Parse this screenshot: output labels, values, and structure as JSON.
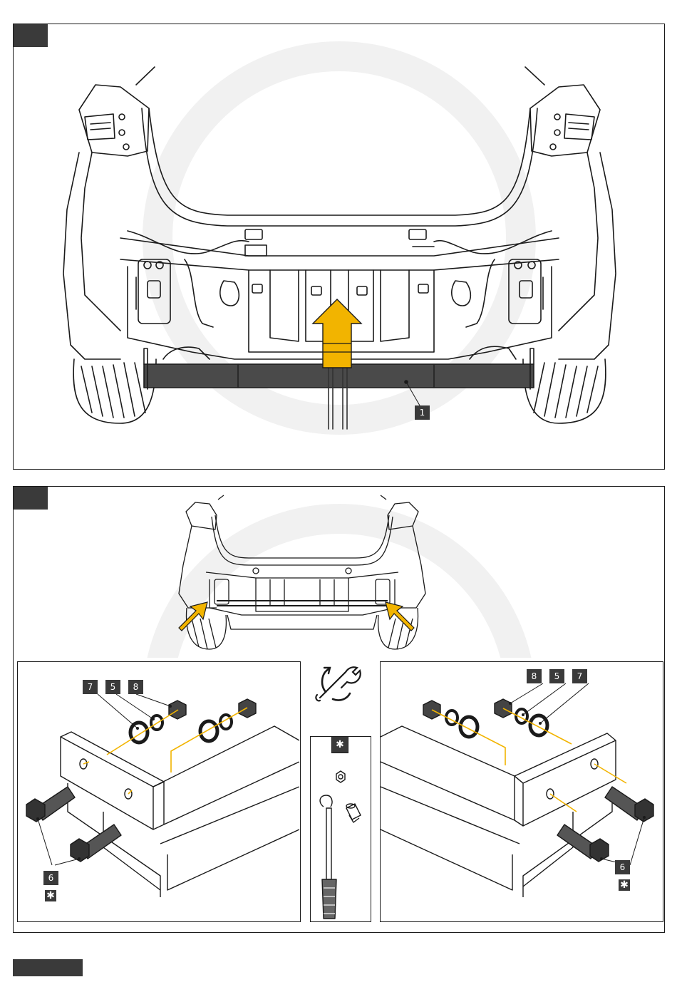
{
  "step1": {
    "part_label": "1"
  },
  "step2": {
    "left_detail": {
      "labels": [
        "7",
        "5",
        "8"
      ],
      "bolt_label": "6",
      "star_label": "✱"
    },
    "tool_box": {
      "star_label": "✱"
    },
    "right_detail": {
      "labels": [
        "8",
        "5",
        "7"
      ],
      "bolt_label": "6",
      "star_label": "✱"
    }
  },
  "colors": {
    "accent_arrow": "#f2b400",
    "label_bg": "#3a3a3a",
    "line": "#1a1a1a"
  }
}
